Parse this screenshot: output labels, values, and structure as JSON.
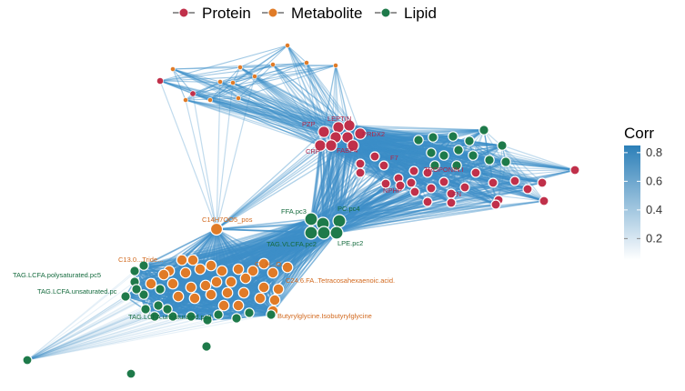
{
  "legend": {
    "groups": [
      {
        "name": "Protein",
        "color": "#c0304a"
      },
      {
        "name": "Metabolite",
        "color": "#e07b27"
      },
      {
        "name": "Lipid",
        "color": "#1e7a4a"
      }
    ]
  },
  "colorbar": {
    "title": "Corr",
    "ticks": [
      "0.8",
      "0.6",
      "0.4",
      "0.2"
    ],
    "tick_values": [
      0.8,
      0.6,
      0.4,
      0.2
    ],
    "range": [
      0.05,
      0.85
    ],
    "low_color": "#ffffff",
    "high_color": "#2c7fb8"
  },
  "edge_color": "#3d8ec8",
  "node_labels": {
    "leptin": "LEPTIN",
    "pzp": "PZP",
    "prdx2": "PRDX2",
    "crp": "CRP",
    "fabp4": "FABP4",
    "f7": "F7",
    "troponin": "TROPONIN.I",
    "nphp": "NPHP",
    "fn": "FN",
    "c14": "C14H7OO5_pos",
    "ffa": "FFA.pc3",
    "pc4": "PC.pc4",
    "tagvlcfa": "TAG.VLCFA.pc2",
    "lpe": "LPE.pc2",
    "tagpoly": "TAG.LCFA.polysaturated.pc5",
    "tagunsat": "TAG.LCFA.unsaturated.pc",
    "tagunsat3": "TAG.LCFA.unsaturated.pc3",
    "c13": "C13.0...Tride...",
    "c24": "C24.6.FA..Tetracosahexaenoic.acid.",
    "buty": "Butyrylglycine.Isobutyrylglycine",
    "c2x": "C...H...O..."
  }
}
